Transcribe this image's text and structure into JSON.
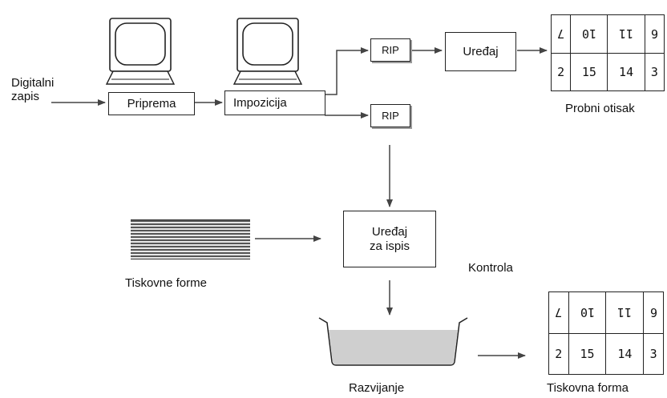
{
  "labels": {
    "digital_input_line1": "Digitalni",
    "digital_input_line2": "zapis",
    "proof": "Probni otisak",
    "plates": "Tiskovne forme",
    "control": "Kontrola",
    "developing": "Razvijanje",
    "printing_form": "Tiskovna forma"
  },
  "boxes": {
    "priprema": "Priprema",
    "impozicija": "Impozicija",
    "rip_top": "RIP",
    "rip_bottom": "RIP",
    "uredaj": "Uređaj",
    "output_line1": "Uređaj",
    "output_line2": "za ispis"
  },
  "imposition_grid": {
    "top_row": [
      "7",
      "10",
      "11",
      "6"
    ],
    "bottom_row": [
      "2",
      "15",
      "14",
      "3"
    ]
  },
  "colors": {
    "line": "#222222",
    "tray_fill": "#cfcfcf",
    "plate_stripe": "#555555"
  }
}
